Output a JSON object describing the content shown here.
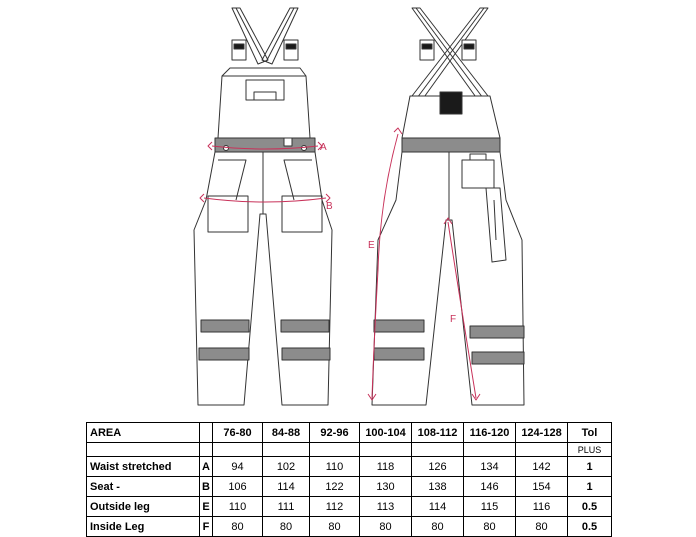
{
  "figure": {
    "labels": {
      "a": "A",
      "b": "B",
      "e": "E",
      "f": "F"
    },
    "colors": {
      "line": "#333333",
      "band": "#8c8c8c",
      "measure": "#c8325a",
      "black": "#1a1a1a"
    }
  },
  "table": {
    "area_header": "AREA",
    "sizes": [
      "76-80",
      "84-88",
      "92-96",
      "100-104",
      "108-112",
      "116-120",
      "124-128"
    ],
    "tol_header": "Tol",
    "tol_sub": "PLUS",
    "rows": [
      {
        "area": "Waist stretched",
        "code": "A",
        "values": [
          "94",
          "102",
          "110",
          "118",
          "126",
          "134",
          "142"
        ],
        "tol": "1"
      },
      {
        "area": "Seat -",
        "code": "B",
        "values": [
          "106",
          "114",
          "122",
          "130",
          "138",
          "146",
          "154"
        ],
        "tol": "1"
      },
      {
        "area": "Outside leg",
        "code": "E",
        "values": [
          "110",
          "111",
          "112",
          "113",
          "114",
          "115",
          "116"
        ],
        "tol": "0.5"
      },
      {
        "area": "Inside Leg",
        "code": "F",
        "values": [
          "80",
          "80",
          "80",
          "80",
          "80",
          "80",
          "80"
        ],
        "tol": "0.5"
      }
    ]
  }
}
